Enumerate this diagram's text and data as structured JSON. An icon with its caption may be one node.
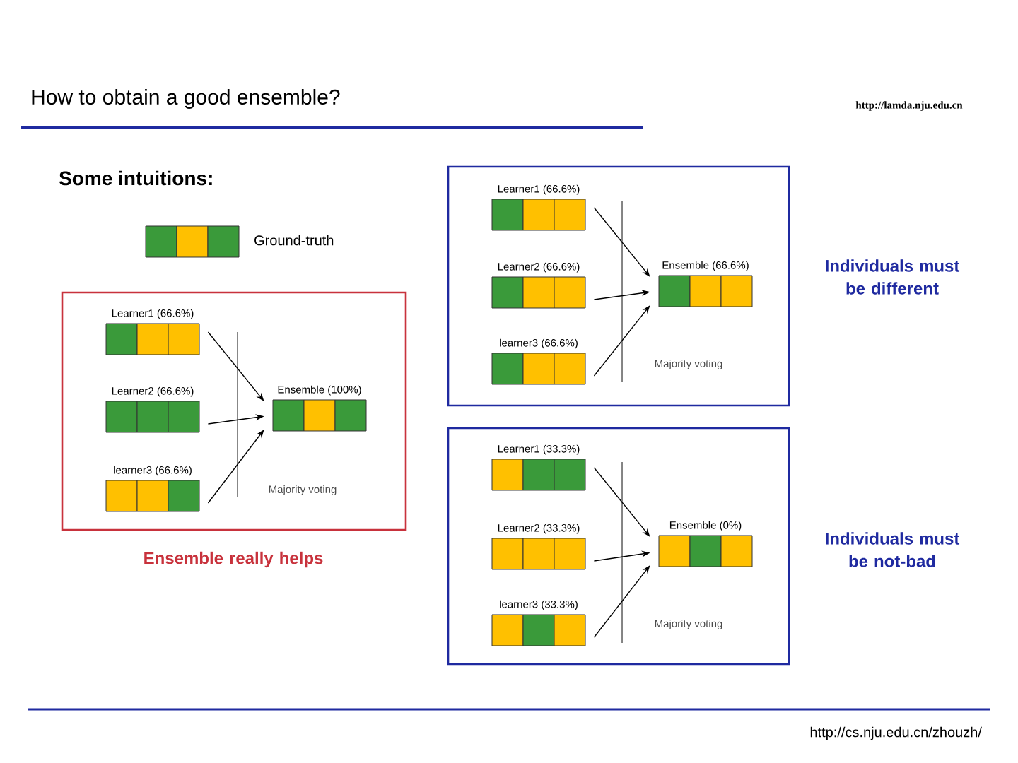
{
  "diagram": {
    "title": "How to obtain a good ensemble?",
    "nodes": [
      {
        "text": [
          "Ground-truth"
        ]
      },
      {
        "text": [],
        "shape": "box",
        "beside": [
          "Ensemble really helps"
        ]
      },
      {
        "text": [
          "Learner1 (66.6%)"
        ],
        "in": 1
      },
      {
        "text": [
          "Learner2 (66.6%)"
        ],
        "in": 1
      },
      {
        "text": [
          "learner3 (66.6%)"
        ],
        "in": 1
      },
      {
        "text": [
          "Ensemble (100%)"
        ],
        "in": 1
      },
      {
        "text": [],
        "shape": "box",
        "beside": [
          "Individuals must be different"
        ]
      },
      {
        "text": [
          "Learner1 (66.6%)"
        ],
        "in": 6
      },
      {
        "text": [
          "Learner2 (66.6%)"
        ],
        "in": 6
      },
      {
        "text": [
          "learner3 (66.6%)"
        ],
        "in": 6
      },
      {
        "text": [
          "Ensemble (66.6%)"
        ],
        "in": 6
      },
      {
        "text": [],
        "shape": "box",
        "beside": [
          "Individuals must be not-bad"
        ]
      },
      {
        "text": [
          "Learner1 (33.3%)"
        ],
        "in": 11
      },
      {
        "text": [
          "Learner2 (33.3%)"
        ],
        "in": 11
      },
      {
        "text": [
          "learner3 (33.3%)"
        ],
        "in": 11
      },
      {
        "text": [
          "Ensemble (0%)"
        ],
        "in": 11
      }
    ],
    "edges": [
      {
        "from": 2,
        "to": 5,
        "arrow": "to"
      },
      {
        "from": 3,
        "to": 5,
        "arrow": "to"
      },
      {
        "from": 4,
        "to": 5,
        "arrow": "to"
      },
      {
        "from": 7,
        "to": 10,
        "arrow": "to"
      },
      {
        "from": 8,
        "to": 10,
        "arrow": "to"
      },
      {
        "from": 9,
        "to": 10,
        "arrow": "to"
      },
      {
        "from": 12,
        "to": 15,
        "arrow": "to"
      },
      {
        "from": 13,
        "to": 15,
        "arrow": "to"
      },
      {
        "from": 14,
        "to": 15,
        "arrow": "to"
      }
    ],
    "labels": [
      "http://lamda.nju.edu.cn",
      "Some intuitions:",
      "Majority voting",
      "Majority voting",
      "Majority voting",
      "http://cs.nju.edu.cn/zhouzh/"
    ]
  }
}
